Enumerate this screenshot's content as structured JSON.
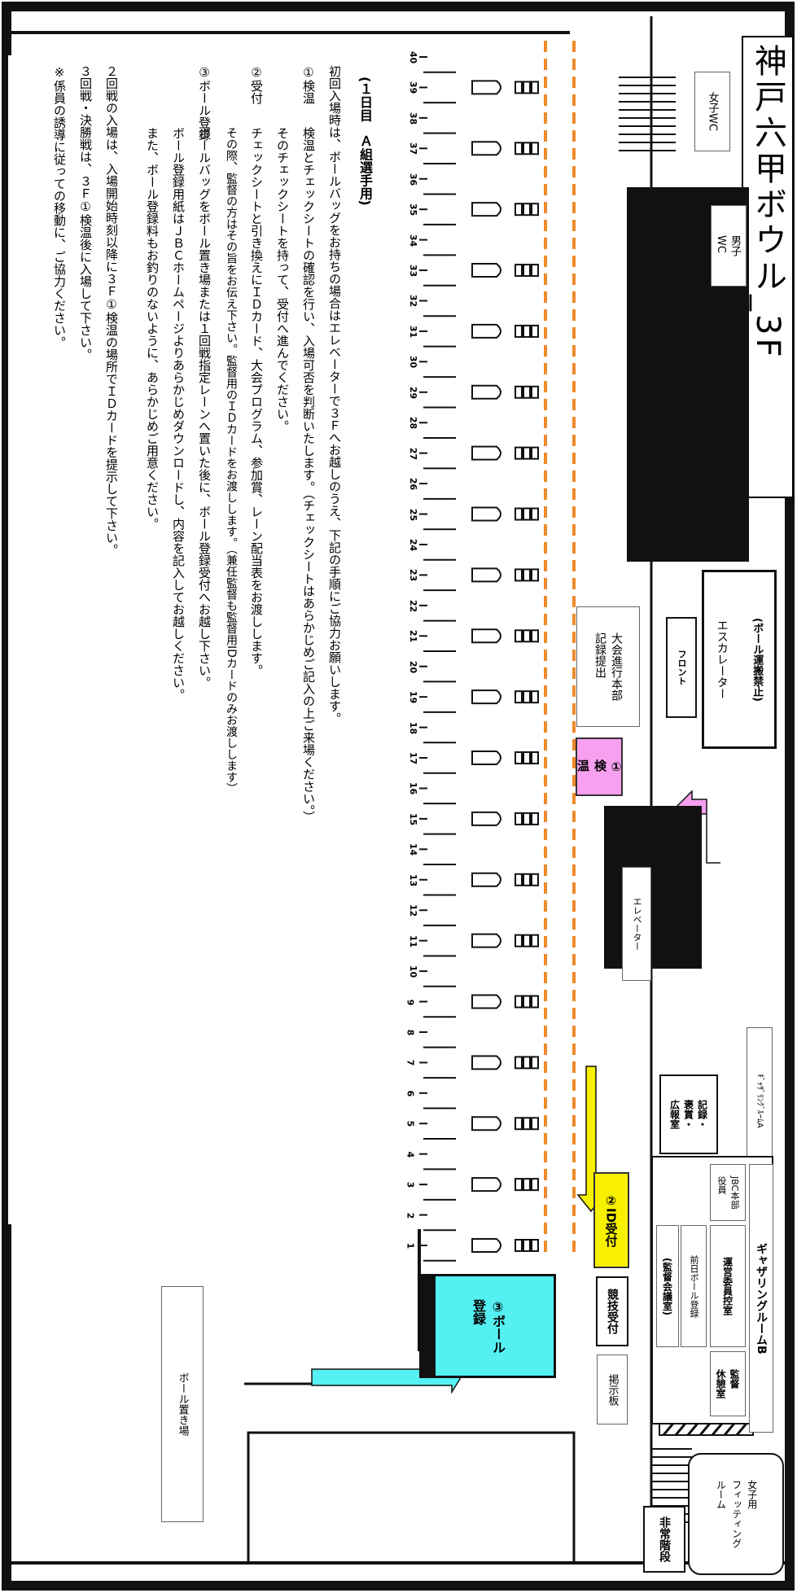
{
  "title": "神戸六甲ボウル_3F",
  "rooms": {
    "womens_wc": "女子WC",
    "mens_wc": "男子\nWC",
    "escalator": "エスカレーター",
    "escalator_note": "(ボール運搬禁止)",
    "hq": "大会進行本部\n記録提出",
    "front": "フロント",
    "elevator": "エレベーター",
    "inspection": "①\n検\n温",
    "id_reception": "②ID受付",
    "competition_reception": "競技受付",
    "ball_registration": "③ボール\n登録",
    "bulletin_board": "掲示板",
    "ball_storage": "ボール置き場",
    "gathering_room_a": "ｷﾞｬｻﾞﾘﾝｸﾞﾙｰﾑA",
    "gathering_room_b": "ギャザリングルームB",
    "record_room": "記録・\n褒賞・\n広報室",
    "jbc_officers": "JBC本部\n役員",
    "committee_room": "運営委員控室",
    "previous_day_ball": "前日ボール登録",
    "supervisors_meeting": "(監督会議室)",
    "supervisors_rest": "監督\n休憩室",
    "fitting_room": "女子用\nフィッティング\nルーム",
    "emergency_stairs": "非常階段"
  },
  "lane_numbers": [
    "1",
    "2",
    "3",
    "4",
    "5",
    "6",
    "7",
    "8",
    "9",
    "10",
    "11",
    "12",
    "13",
    "14",
    "15",
    "16",
    "17",
    "18",
    "19",
    "20",
    "21",
    "22",
    "23",
    "24",
    "25",
    "26",
    "27",
    "28",
    "29",
    "30",
    "31",
    "32",
    "33",
    "34",
    "35",
    "36",
    "37",
    "38",
    "39",
    "40"
  ],
  "notice": {
    "heading": "(１日目　Ａ組選手用)",
    "lines": [
      "初回入場時は、ボールバッグをお持ちの場合はエレベーターで３Ｆへお越しのうえ、下記の手順にご協力お願いします。",
      "①検温",
      "検温とチェックシートの確認を行い、入場可否を判断いたします。（チェックシートはあらかじめご記入の上ご来場ください。）",
      "そのチェックシートを持って、受付へ進んでください。",
      "②受付",
      "チェックシートと引き換えにＩＤカード、大会プログラム、参加賞、レーン配当表をお渡しします。",
      "その際、監督の方はその旨をお伝え下さい。監督用のＩＤカードをお渡しします。（兼任監督も監督用IDカードのみお渡しします）",
      "③ボール登録",
      "ボールバッグをボール置き場または１回戦指定レーンへ置いた後に、ボール登録受付へお越し下さい。",
      "ボール登録用紙はＪＢＣホームページよりあらかじめダウンロードし、内容を記入してお越しください。",
      "また、ボール登録料もお釣りのないように、あらかじめご用意ください。",
      "２回戦の入場は、入場開始時刻以降に３Ｆ①検温の場所でＩＤカードを提示して下さい。",
      "３回戦・決勝戦は、３Ｆ①検温後に入場して下さい。",
      "※係員の誘導に従っての移動に、ご協力ください。"
    ]
  },
  "colors": {
    "inspection": "#f7a0f0",
    "id_reception": "#f7f000",
    "ball_registration": "#55f0f2",
    "walkway": "#f08a2a"
  }
}
